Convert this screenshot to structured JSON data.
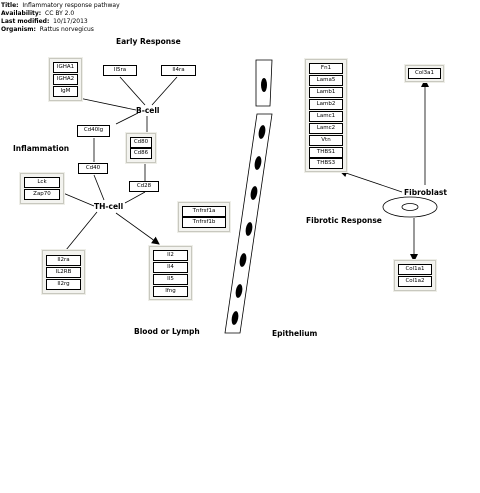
{
  "header": {
    "title_label": "Title:",
    "title_value": "Inflammatory response pathway",
    "availability_label": "Availability:",
    "availability_value": "CC BY 2.0",
    "last_modified_label": "Last modified:",
    "last_modified_value": "10/17/2013",
    "organism_label": "Organism:",
    "organism_value": "Rattus norvegicus"
  },
  "labels": {
    "early_response": "Early Response",
    "b_cell": "B-cell",
    "inflammation": "Inflammation",
    "th_cell": "TH-cell",
    "blood_or_lymph": "Blood or Lymph",
    "epithelium": "Epithelium",
    "fibroblast": "Fibroblast",
    "fibrotic_response": "Fibrotic Response"
  },
  "genes": {
    "ighg": [
      "IGHA1",
      "IGHA2",
      "IgM"
    ],
    "il5ra": "Il5ra",
    "il4ra": "Il4ra",
    "cd40lg": "Cd40lg",
    "cd80_86": [
      "Cd80",
      "Cd86"
    ],
    "cd40": "Cd40",
    "cd28": "Cd28",
    "lck_zap": [
      "Lck",
      "Zap70"
    ],
    "tnfsf": [
      "Tnfrsf1a",
      "Tnfrsf1b"
    ],
    "il2r": [
      "Il2ra",
      "IL2RB",
      "Il2rg"
    ],
    "cytokines": [
      "Il2",
      "Il4",
      "Il5",
      "Ifng"
    ],
    "ecm": [
      "Fn1",
      "Lama5",
      "Lamb1",
      "Lamb2",
      "Lamc1",
      "Lamc2",
      "Vtn",
      "THBS1",
      "THBS3"
    ],
    "col3a1": "Col3a1",
    "col1": [
      "Col1a1",
      "Col1a2"
    ]
  }
}
